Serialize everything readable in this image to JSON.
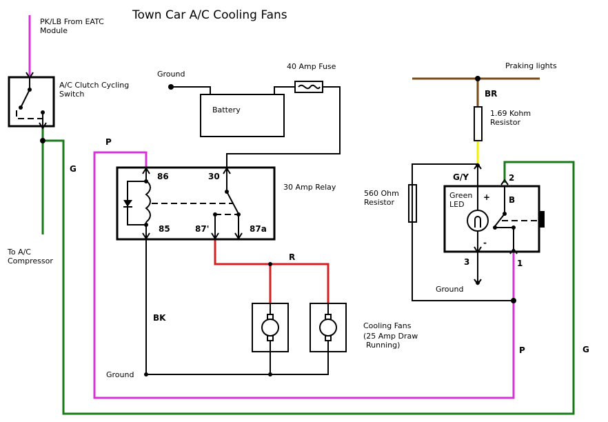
{
  "title": "Town Car A/C Cooling Fans",
  "colors": {
    "pink": "#d633d6",
    "green": "#1a7a1a",
    "red": "#d62020",
    "brown": "#7a4a14",
    "yellow": "#f2f200",
    "black": "#000000"
  },
  "labels": {
    "eatc": [
      "PK/LB From EATC",
      "Module"
    ],
    "clutch_switch": [
      "A/C Clutch Cycling",
      "Switch"
    ],
    "compressor": [
      "To A/C",
      "Compressor"
    ],
    "ground_top": "Ground",
    "fuse": "40 Amp Fuse",
    "battery": "Battery",
    "relay": "30 Amp Relay",
    "pin_86": "86",
    "pin_85": "85",
    "pin_30": "30",
    "pin_87p": "87'",
    "pin_87a": "87a",
    "wire_p_left": "P",
    "wire_g_left": "G",
    "wire_r": "R",
    "wire_bk": "BK",
    "ground_bottom": "Ground",
    "fans": [
      "Cooling Fans",
      "(25 Amp Draw",
      "Running)"
    ],
    "parking_lights": "Praking lights",
    "wire_br": "BR",
    "resistor_169": [
      "1.69 Kohm",
      "Resistor"
    ],
    "wire_gy": "G/Y",
    "resistor_560": [
      "560 Ohm",
      "Resistor"
    ],
    "led": [
      "Green",
      "LED"
    ],
    "plus": "+",
    "minus": "-",
    "b_label": "B",
    "pin_2": "2",
    "pin_3": "3",
    "pin_1": "1",
    "ground_right": "Ground",
    "wire_p_right": "P",
    "wire_g_right": "G"
  }
}
